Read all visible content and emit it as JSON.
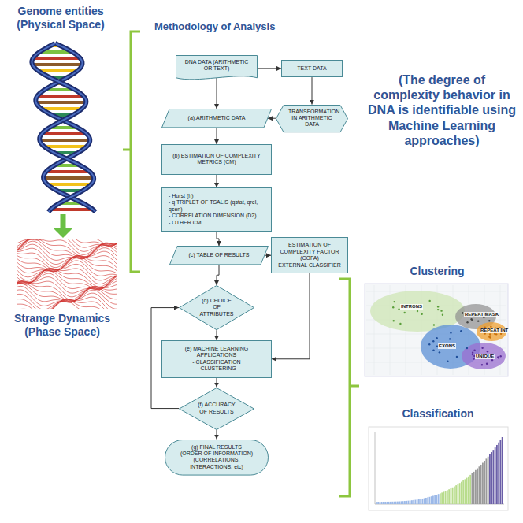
{
  "diagram": {
    "nodes": [
      {
        "text": [
          "DNA DATA (ARITHMETIC OR TEXT)"
        ]
      },
      {
        "text": [
          "TEXT DATA"
        ]
      },
      {
        "text": [
          "TRANSFORMATION IN ARITHMETIC DATA"
        ]
      },
      {
        "text": [
          "(a).ARITHMETIC DATA"
        ]
      },
      {
        "text": [
          "(b) ESTIMATION OF COMPLEXITY METRICS (CM)"
        ]
      },
      {
        "text": [
          "- Hurst (h)",
          "- q TRIPLET OF TSALIS (qstat, qrel, qsen)",
          "- CORRELATION DIMENSION (D2)",
          "- OTHER CM"
        ]
      },
      {
        "text": [
          "(c) TABLE OF RESULTS"
        ]
      },
      {
        "text": [
          "ESTIMATION OF COMPLEXITY FACTOR (COFA)",
          "EXTERNAL CLASSIFIER"
        ]
      },
      {
        "text": [
          "(d) CHOICE OF ATTRIBUTES"
        ]
      },
      {
        "text": [
          "(e) MACHINE LEARNING APPLICATIONS",
          "- CLASSIFICATION",
          "- CLUSTERING"
        ]
      },
      {
        "text": [
          "(f) ACCURACY OF RESULTS"
        ]
      },
      {
        "text": [
          "(g) FINAL RESULTS",
          "(ORDER OF INFORMATION)",
          "(CORRELATIONS, INTERACTIONS, etc)"
        ]
      }
    ],
    "edges": [
      {
        "from": 0,
        "to": 1,
        "arrow": "to"
      },
      {
        "from": 1,
        "to": 2,
        "arrow": "to"
      },
      {
        "from": 2,
        "to": 3,
        "arrow": "to"
      },
      {
        "from": 0,
        "to": 3,
        "arrow": "to"
      },
      {
        "from": 3,
        "to": 4,
        "arrow": "to"
      },
      {
        "from": 4,
        "to": 5,
        "arrow": "to"
      },
      {
        "from": 5,
        "to": 6,
        "arrow": "to"
      },
      {
        "from": 6,
        "to": 7,
        "arrow": "to"
      },
      {
        "from": 7,
        "to": 9,
        "arrow": "to"
      },
      {
        "from": 6,
        "to": 8,
        "arrow": "to"
      },
      {
        "from": 8,
        "to": 9,
        "arrow": "to"
      },
      {
        "from": 9,
        "to": 10,
        "arrow": "to"
      },
      {
        "from": 10,
        "to": 8,
        "arrow": "to"
      },
      {
        "from": 10,
        "to": 11,
        "arrow": "to"
      }
    ],
    "labels": [
      "Genome entities (Physical Space)",
      "Methodology of Analysis",
      "Strange Dynamics (Phase Space)",
      "(The degree of complexity behavior in DNA is identifiable using Machine Learning approaches)",
      "Clustering",
      "INTRONS",
      "EXONS",
      "REPEAT MASK",
      "REPEAT INT",
      "UNIQUE",
      "Classification"
    ]
  }
}
